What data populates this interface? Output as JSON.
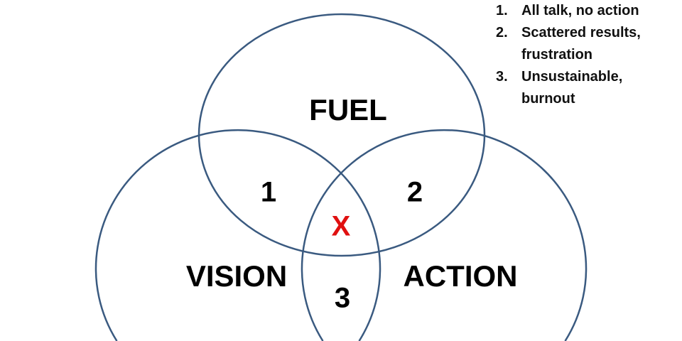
{
  "diagram": {
    "circles": [
      {
        "id": "fuel",
        "label": "FUEL"
      },
      {
        "id": "vision",
        "label": "VISION"
      },
      {
        "id": "action",
        "label": "ACTION"
      }
    ],
    "regions": {
      "one": "1",
      "two": "2",
      "three": "3",
      "center": "X"
    },
    "colors": {
      "stroke": "#3a5a80",
      "center": "#e01010"
    }
  },
  "legend": [
    {
      "num": "1.",
      "text": "All talk, no action"
    },
    {
      "num": "2.",
      "text": "Scattered results, frustration"
    },
    {
      "num": "3.",
      "text": "Unsustainable, burnout"
    }
  ]
}
